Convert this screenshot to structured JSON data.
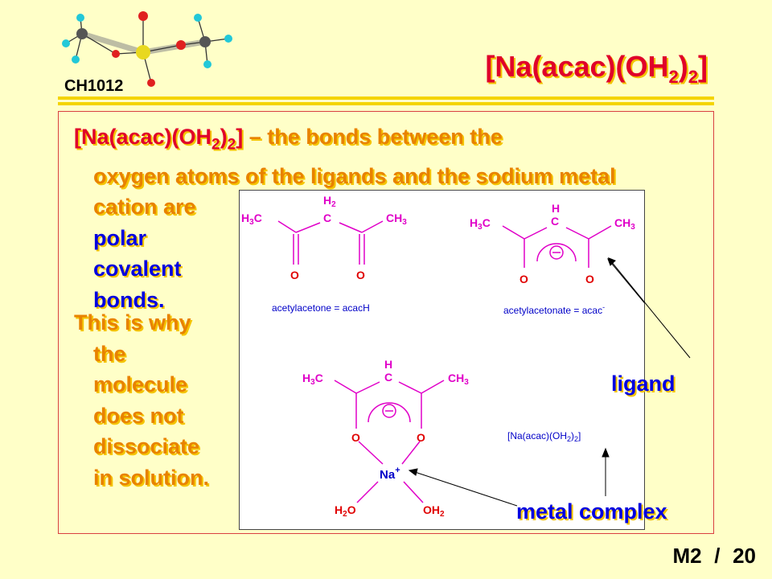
{
  "header": {
    "course_code": "CH1012",
    "title": "[Na(acac)(OH2)2]"
  },
  "body": {
    "lead_formula": "[Na(acac)(OH2)2]",
    "lead_rest": " – the bonds between the",
    "line2": "oxygen atoms of the ligands and the sodium metal",
    "line3": "cation are",
    "bond_words": [
      "polar",
      "covalent",
      "bonds."
    ],
    "line_this": "This is why",
    "reason_lines": [
      "the",
      "molecule",
      "does not",
      "dissociate",
      "in solution."
    ]
  },
  "diagram": {
    "acacH_caption": "acetylacetone = acacH",
    "acac_caption": "acetylacetonate = acac",
    "complex_caption": "[Na(acac)(OH2)2]",
    "H3C": "H3C",
    "CH3": "CH3",
    "C": "C",
    "H2": "H2",
    "H": "H",
    "O": "O",
    "Na": "Na",
    "H2O": "H2O",
    "OH2": "OH2"
  },
  "callouts": {
    "ligand": "ligand",
    "metal_complex": "metal complex"
  },
  "footer": {
    "module": "M2",
    "separator": "/",
    "slide_number": "20"
  },
  "colors": {
    "background": "#ffffc8",
    "title_red": "#e0002a",
    "body_orange": "#e88200",
    "emphasis_blue": "#0000e0",
    "structure_magenta": "#e000c8",
    "oxygen_red": "#e00000"
  }
}
